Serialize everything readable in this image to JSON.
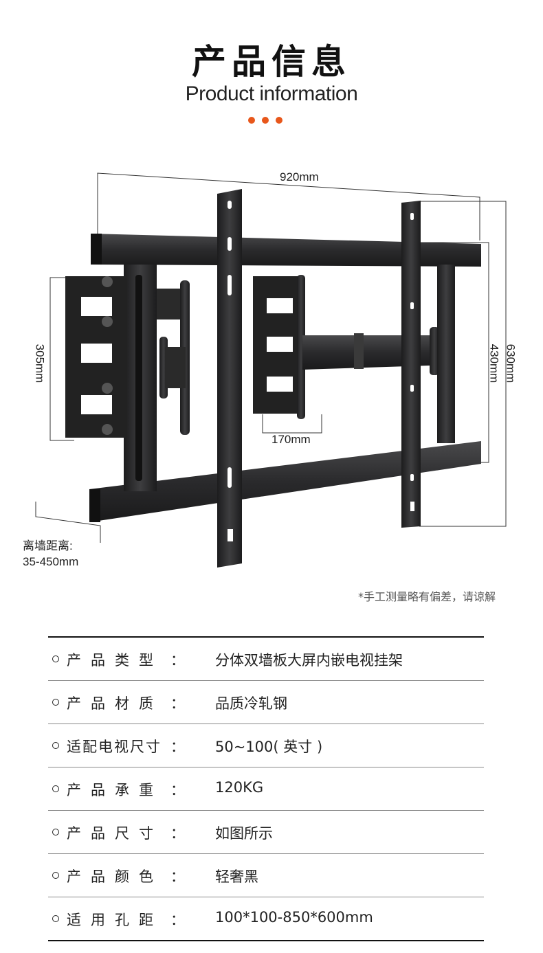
{
  "header": {
    "title_cn": "产品信息",
    "title_en": "Product information",
    "dot_color": "#e8571b"
  },
  "dimensions": {
    "width": "920mm",
    "height_outer": "630mm",
    "height_inner": "430mm",
    "plate_height": "305mm",
    "plate_width": "170mm"
  },
  "wall_distance": {
    "label": "离墙距离:",
    "value": "35-450mm"
  },
  "note": "*手工测量略有偏差，请谅解",
  "specs": [
    {
      "label": "产品类型",
      "colon": "：",
      "value": "分体双墙板大屏内嵌电视挂架"
    },
    {
      "label": "产品材质",
      "colon": "：",
      "value": "品质冷轧钢"
    },
    {
      "label": "适配电视尺寸",
      "colon": "：",
      "value": "50~100( 英寸 )"
    },
    {
      "label": "产品承重",
      "colon": "：",
      "value": "120KG"
    },
    {
      "label": "产品尺寸",
      "colon": "：",
      "value": "如图所示"
    },
    {
      "label": "产品颜色",
      "colon": "：",
      "value": "轻奢黑"
    },
    {
      "label": "适用孔距",
      "colon": "：",
      "value": "100*100-850*600mm"
    }
  ]
}
